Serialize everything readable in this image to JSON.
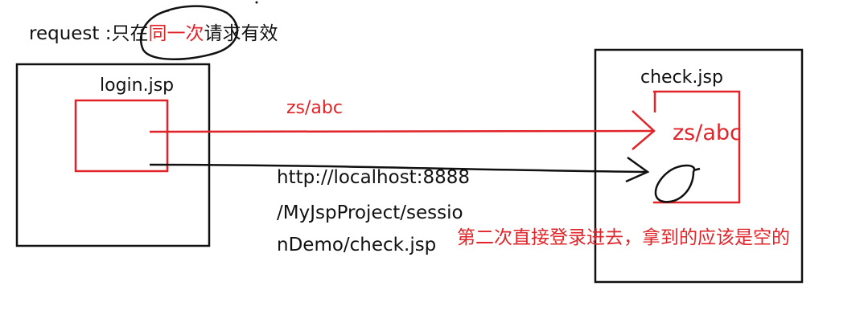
{
  "title": {
    "prefix": "request :只在",
    "highlight": "同一次",
    "suffix": "请求有效"
  },
  "login_box_label": "login.jsp",
  "check_box_label": "check.jsp",
  "param_label": "zs/abc",
  "inner_param_label": "zs/abc",
  "url_lines": [
    "http://localhost:8888",
    "/MyJspProject/sessio",
    "nDemo/check.jsp"
  ],
  "note": "第二次直接登录进去，拿到的应该是空的",
  "colors": {
    "red": "#e0242a",
    "black": "#111111"
  }
}
